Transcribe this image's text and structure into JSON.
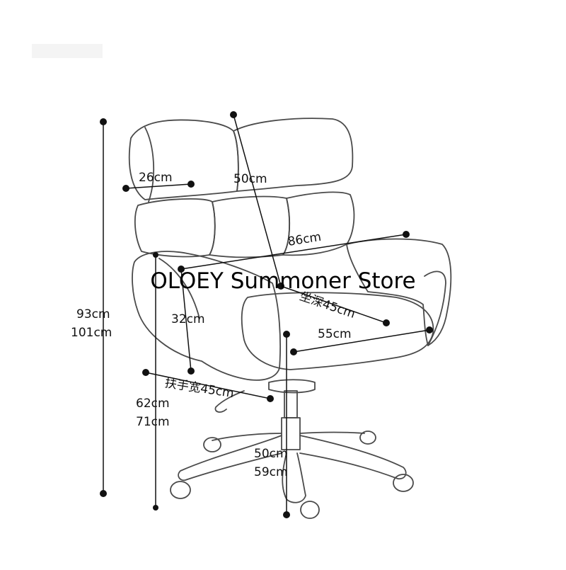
{
  "watermark": "OLOEY Summoner Store",
  "dimensions": {
    "headrest_width": "26cm",
    "backrest_width": "50cm",
    "overall_width": "86cm",
    "seat_depth": "坐深45cm",
    "armrest_height": "32cm",
    "seat_width": "55cm",
    "armrest_width": "扶手宽45cm",
    "total_height_min": "93cm",
    "total_height_max": "101cm",
    "armrest_floor_min": "62cm",
    "armrest_floor_max": "71cm",
    "seat_height_min": "50cm",
    "seat_height_max": "59cm"
  },
  "colors": {
    "outline": "#4a4a4a",
    "dimension_line": "#111111"
  }
}
